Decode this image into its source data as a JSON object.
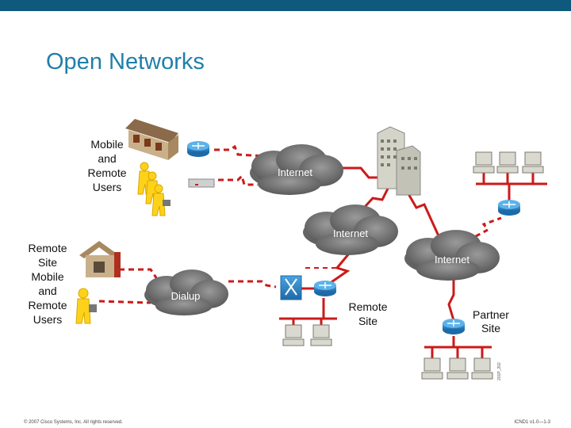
{
  "slide": {
    "title": "Open Networks",
    "copyright": "© 2007 Cisco Systems, Inc. All rights reserved.",
    "course_code": "ICND1 v1.0—1-3",
    "side_code": "201P_202"
  },
  "colors": {
    "header_bar": "#0f5a7c",
    "title": "#1f7fa8",
    "link": "#cc1a1a",
    "router": "#2a7fbf",
    "cloud": "#6e6e6e"
  },
  "labels": {
    "mobile_remote_top": [
      "Mobile",
      "and",
      "Remote",
      "Users"
    ],
    "remote_site_left": [
      "Remote",
      "Site"
    ],
    "mobile_remote_bottom": [
      "Mobile",
      "and",
      "Remote",
      "Users"
    ],
    "remote_site_center": [
      "Remote",
      "Site"
    ],
    "partner_site": [
      "Partner",
      "Site"
    ]
  },
  "clouds": {
    "internet_top": "Internet",
    "internet_middle": "Internet",
    "internet_right": "Internet",
    "dialup": "Dialup"
  },
  "icons": [
    "branch-office-icon",
    "user-icon",
    "router-icon",
    "modem-icon",
    "building-icon",
    "workstation-icon",
    "firewall-icon",
    "house-icon",
    "cloud-icon"
  ]
}
